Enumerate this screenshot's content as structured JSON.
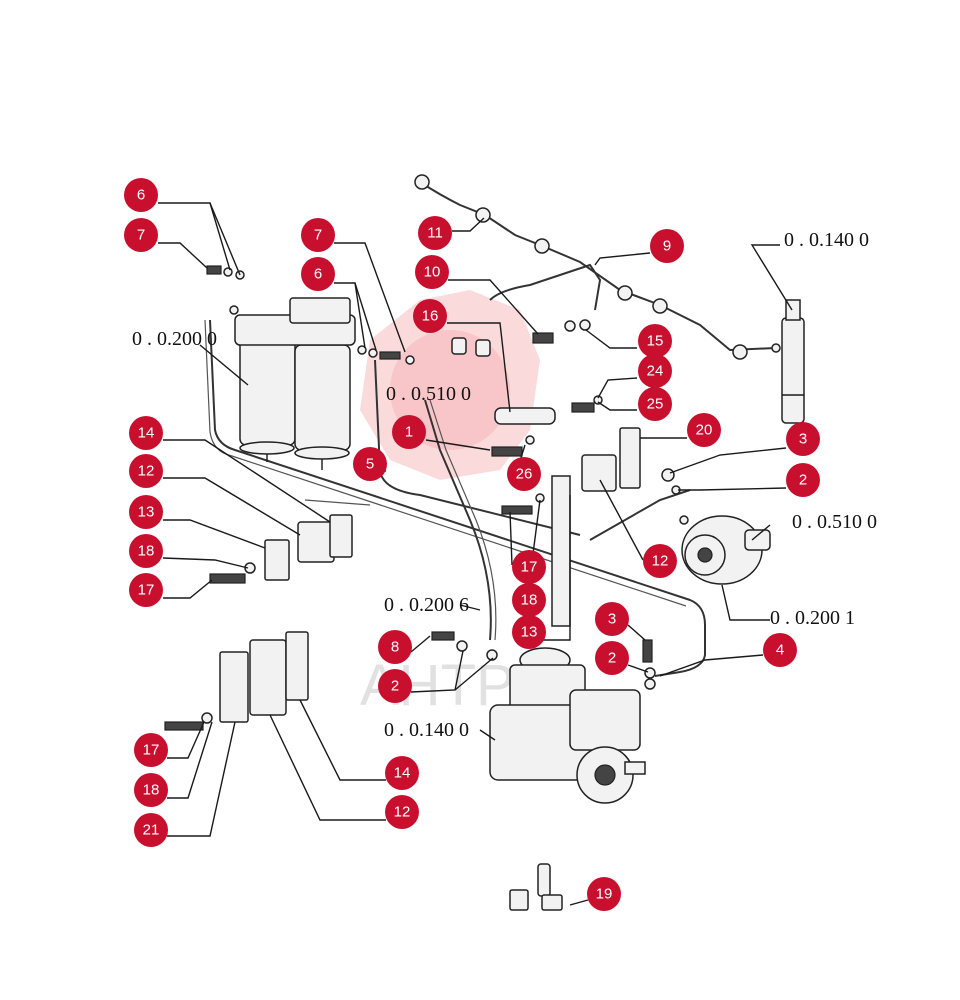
{
  "colors": {
    "callout": "#c8102e",
    "watermark": "#e8323c"
  },
  "watermark_text": "АНТРУ",
  "callouts": [
    {
      "n": "6"
    },
    {
      "n": "7"
    },
    {
      "n": "7"
    },
    {
      "n": "6"
    },
    {
      "n": "11"
    },
    {
      "n": "9"
    },
    {
      "n": "10"
    },
    {
      "n": "16"
    },
    {
      "n": "15"
    },
    {
      "n": "24"
    },
    {
      "n": "25"
    },
    {
      "n": "20"
    },
    {
      "n": "3"
    },
    {
      "n": "2"
    },
    {
      "n": "1"
    },
    {
      "n": "5"
    },
    {
      "n": "26"
    },
    {
      "n": "14"
    },
    {
      "n": "12"
    },
    {
      "n": "13"
    },
    {
      "n": "18"
    },
    {
      "n": "17"
    },
    {
      "n": "12"
    },
    {
      "n": "17"
    },
    {
      "n": "18"
    },
    {
      "n": "13"
    },
    {
      "n": "3"
    },
    {
      "n": "2"
    },
    {
      "n": "4"
    },
    {
      "n": "8"
    },
    {
      "n": "2"
    },
    {
      "n": "17"
    },
    {
      "n": "18"
    },
    {
      "n": "21"
    },
    {
      "n": "14"
    },
    {
      "n": "12"
    },
    {
      "n": "19"
    }
  ],
  "refs": [
    {
      "text": "0 . 0.140 0"
    },
    {
      "text": "0 . 0.200 0"
    },
    {
      "text": "0 . 0.510 0"
    },
    {
      "text": "0 . 0.510 0"
    },
    {
      "text": "0 . 0.200 6"
    },
    {
      "text": "0 . 0.200 1"
    },
    {
      "text": "0 . 0.140 0"
    }
  ]
}
